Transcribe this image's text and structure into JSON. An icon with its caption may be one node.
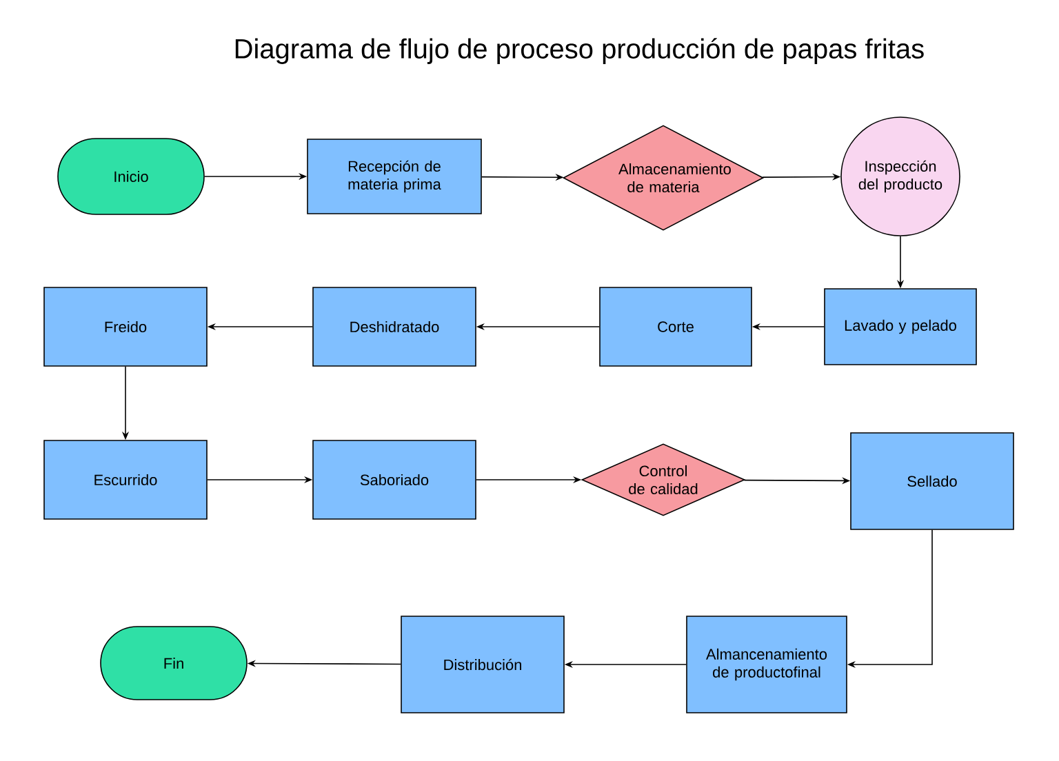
{
  "diagram": {
    "title": "Diagrama de flujo de proceso producción de papas fritas",
    "nodes": [
      {
        "text": [
          "Inicio"
        ]
      },
      {
        "text": [
          "Recepción de materia prima"
        ]
      },
      {
        "text": [
          "Almacenamiento de materia"
        ]
      },
      {
        "text": [
          "Inspección del producto"
        ]
      },
      {
        "text": [
          "Lavado y pelado"
        ]
      },
      {
        "text": [
          "Corte"
        ]
      },
      {
        "text": [
          "Deshidratado"
        ]
      },
      {
        "text": [
          "Freido"
        ]
      },
      {
        "text": [
          "Escurrido"
        ]
      },
      {
        "text": [
          "Saboriado"
        ]
      },
      {
        "text": [
          "Control de calidad"
        ]
      },
      {
        "text": [
          "Sellado"
        ]
      },
      {
        "text": [
          "Almancenamiento de productofinal"
        ]
      },
      {
        "text": [
          "Distribución"
        ]
      },
      {
        "text": [
          "Fin"
        ]
      }
    ],
    "edges": [
      {
        "from": 0,
        "to": 1,
        "arrow": "to"
      },
      {
        "from": 1,
        "to": 2,
        "arrow": "to"
      },
      {
        "from": 2,
        "to": 3,
        "arrow": "to"
      },
      {
        "from": 3,
        "to": 4,
        "arrow": "to"
      },
      {
        "from": 4,
        "to": 5,
        "arrow": "to"
      },
      {
        "from": 5,
        "to": 6,
        "arrow": "to"
      },
      {
        "from": 6,
        "to": 7,
        "arrow": "to"
      },
      {
        "from": 7,
        "to": 8,
        "arrow": "to"
      },
      {
        "from": 8,
        "to": 9,
        "arrow": "to"
      },
      {
        "from": 9,
        "to": 10,
        "arrow": "to"
      },
      {
        "from": 10,
        "to": 11,
        "arrow": "to"
      },
      {
        "from": 11,
        "to": 12,
        "arrow": "to"
      },
      {
        "from": 12,
        "to": 13,
        "arrow": "to"
      },
      {
        "from": 13,
        "to": 14,
        "arrow": "to"
      }
    ]
  }
}
